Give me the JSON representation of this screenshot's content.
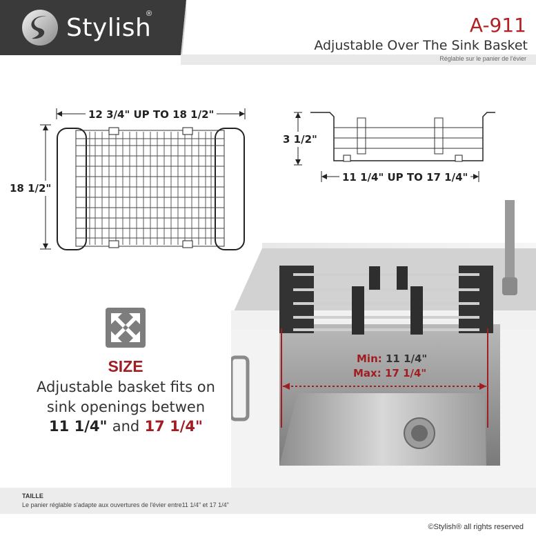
{
  "header": {
    "brand": "Stylish",
    "brand_mark": "®",
    "model": "A-911",
    "title": "Adjustable Over The Sink Basket",
    "title_fr": "Réglable sur le panier de l'évier"
  },
  "diagrams": {
    "top_width": "12 3/4\" UP TO 18 1/2\"",
    "top_height": "18 1/2\"",
    "side_height": "3 1/2\"",
    "side_width": "11 1/4\" UP TO 17 1/4\""
  },
  "photo": {
    "min_label": "Min:",
    "min_value": "11 1/4\"",
    "max_label": "Max:",
    "max_value": "17 1/4\""
  },
  "size": {
    "icon": "expand-arrows-icon",
    "title": "SIZE",
    "line1": "Adjustable basket fits on",
    "line2": "sink openings betwen",
    "value_min": "11 1/4\"",
    "and": "and",
    "value_max": "17 1/4\""
  },
  "footer": {
    "taille": "TAILLE",
    "taille_text": "Le panier réglable s'adapte aux ouvertures de l'évier entre11 1/4\" et 17 1/4\"",
    "copyright": "©Stylish® all rights reserved"
  },
  "colors": {
    "accent": "#a11d21",
    "logo_band": "#3a3a3a",
    "icon_bg": "#7d7d7d"
  }
}
